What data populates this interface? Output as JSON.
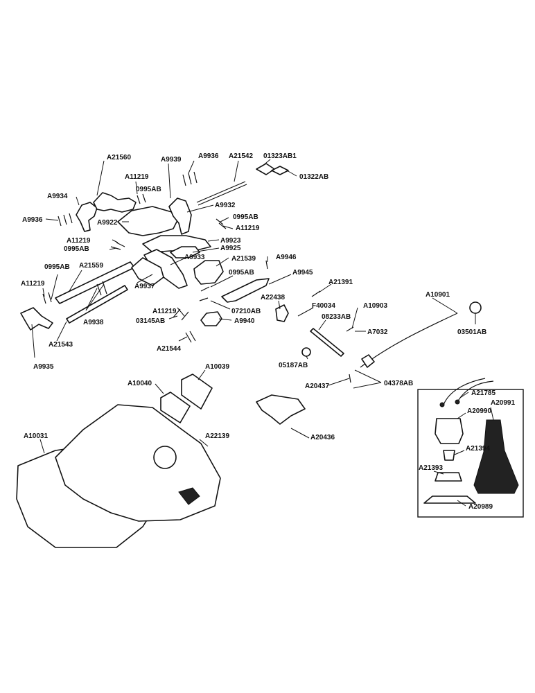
{
  "background_color": "#ffffff",
  "ink_color": "#111111",
  "parts": {
    "A21560": "A21560",
    "A11219_a": "A11219",
    "A9939": "A9939",
    "A9936_a": "A9936",
    "A21542": "A21542",
    "01323AB1": "01323AB1",
    "01322AB": "01322AB",
    "0995AB_a": "0995AB",
    "A9934": "A9934",
    "A9936_b": "A9936",
    "A9922": "A9922",
    "A9932": "A9932",
    "0995AB_b": "0995AB",
    "A11219_b": "A11219",
    "A9923": "A9923",
    "A11219_c": "A11219",
    "0995AB_c": "0995AB",
    "A9925": "A9925",
    "A9933": "A9933",
    "A21539": "A21539",
    "A9946": "A9946",
    "0995AB_d": "0995AB",
    "A21559": "A21559",
    "0995AB_e": "0995AB",
    "A9945": "A9945",
    "A11219_d": "A11219",
    "A9937": "A9937",
    "A21391": "A21391",
    "A10901": "A10901",
    "A22438": "A22438",
    "A11219_e": "A11219",
    "07210AB": "07210AB",
    "F40034": "F40034",
    "A10903": "A10903",
    "03145AB": "03145AB",
    "A9938": "A9938",
    "A9940": "A9940",
    "08233AB": "08233AB",
    "A7032": "A7032",
    "03501AB": "03501AB",
    "A21543": "A21543",
    "A21544": "A21544",
    "A9935": "A9935",
    "05187AB": "05187AB",
    "A10039": "A10039",
    "A10040": "A10040",
    "A20437": "A20437",
    "04378AB": "04378AB",
    "A21785": "A21785",
    "A20991": "A20991",
    "A20990": "A20990",
    "A10031": "A10031",
    "A22139": "A22139",
    "A20436": "A20436",
    "A21394": "A21394",
    "A21393": "A21393",
    "A20989": "A20989"
  }
}
